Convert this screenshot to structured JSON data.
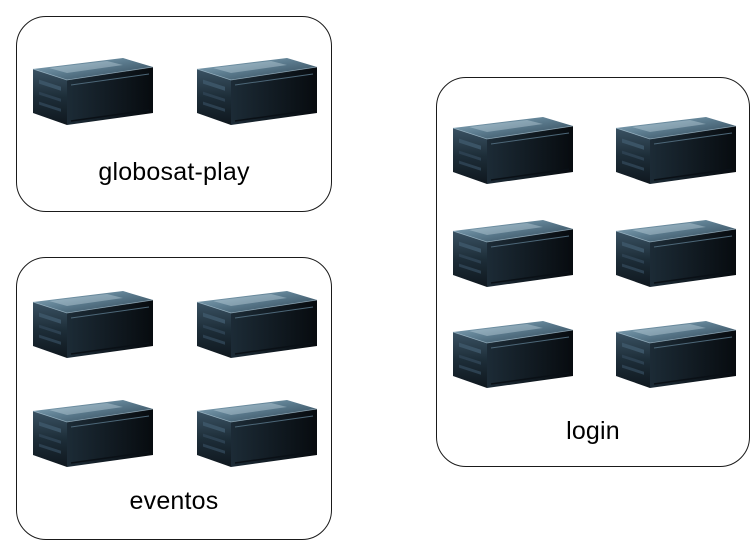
{
  "clusters": [
    {
      "id": "globosat-play",
      "label": "globosat-play",
      "server_count": 2,
      "server_icon": "rack-server-icon"
    },
    {
      "id": "eventos",
      "label": "eventos",
      "server_count": 4,
      "server_icon": "rack-server-icon"
    },
    {
      "id": "login",
      "label": "login",
      "server_count": 6,
      "server_icon": "rack-server-icon"
    }
  ],
  "colors": {
    "border": "#1a1a1a",
    "label": "#000000",
    "server_top": "#5a7a8e",
    "server_front": "#1b2a35",
    "server_side": "#0c141b"
  }
}
